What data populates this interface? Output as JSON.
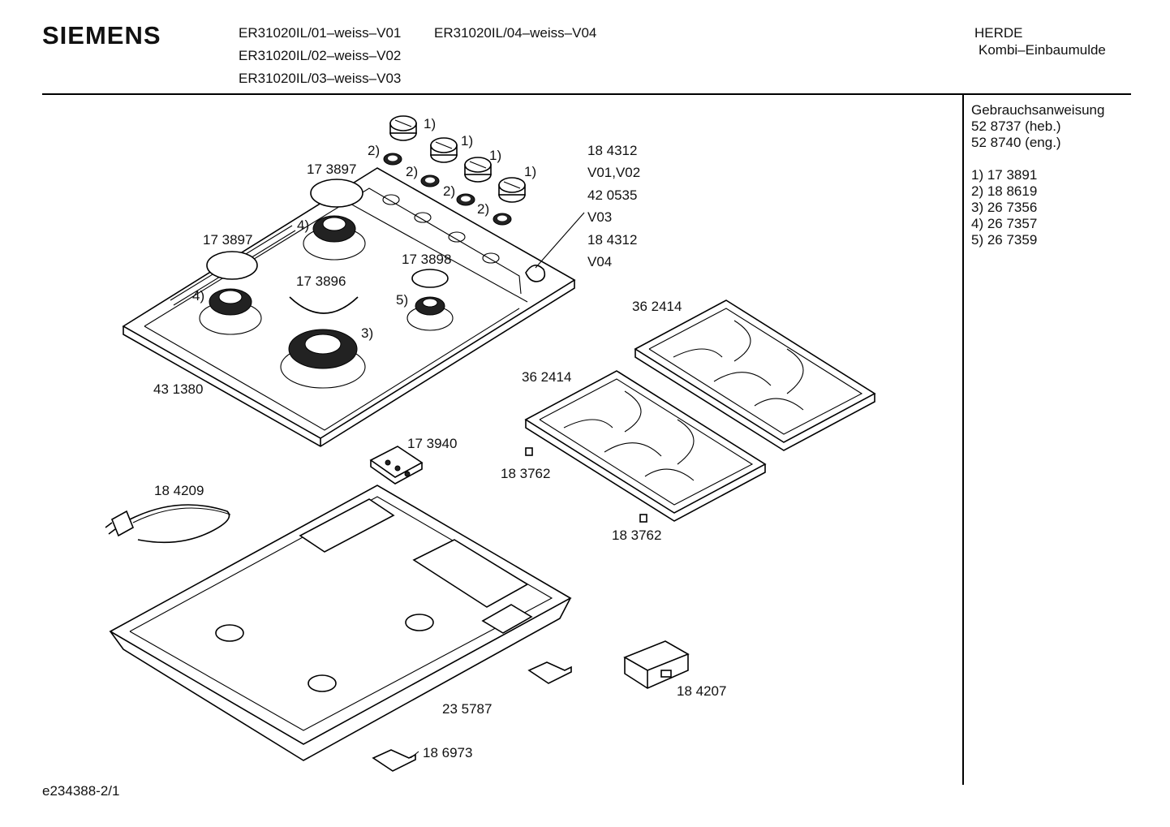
{
  "header": {
    "brand": "SIEMENS",
    "models": [
      "ER31020IL/01–weiss–V01",
      "ER31020IL/04–weiss–V04",
      "ER31020IL/02–weiss–V02",
      "ER31020IL/03–weiss–V03"
    ],
    "category_line1": "HERDE",
    "category_line2": "Kombi–Einbaumulde"
  },
  "sidebar": {
    "doc_title": "Gebrauchsanweisung",
    "doc_heb": "52 8737 (heb.)",
    "doc_eng": "52 8740 (eng.)",
    "legend": [
      "1) 17 3891",
      "2) 18 8619",
      "3) 26 7356",
      "4) 26 7357",
      "5) 26 7359"
    ]
  },
  "parts": {
    "knob_1a": "1)",
    "knob_1b": "1)",
    "knob_1c": "1)",
    "knob_1d": "1)",
    "ring_2a": "2)",
    "ring_2b": "2)",
    "ring_2c": "2)",
    "ring_2d": "2)",
    "cap_back_left": "17 3897",
    "cap_front_left": "17 3897",
    "cap_small": "17 3898",
    "cap_large": "17 3896",
    "burner_4a": "4)",
    "burner_4b": "4)",
    "burner_5": "5)",
    "burner_3": "3)",
    "hob_top": "43 1380",
    "spark_1": "18 4312",
    "spark_v0102": "V01,V02",
    "spark_2": "42 0535",
    "spark_v03": "V03",
    "spark_3": "18 4312",
    "spark_v04": "V04",
    "grid_back": "36 2414",
    "grid_front": "36 2414",
    "rubber_foot_a": "18 3762",
    "rubber_foot_b": "18 3762",
    "terminal": "17 3940",
    "power_cord": "18 4209",
    "housing": "23 5787",
    "clamp": "18 6973",
    "box": "18 4207"
  },
  "footer": {
    "drawing_id": "e234388-2/1"
  }
}
